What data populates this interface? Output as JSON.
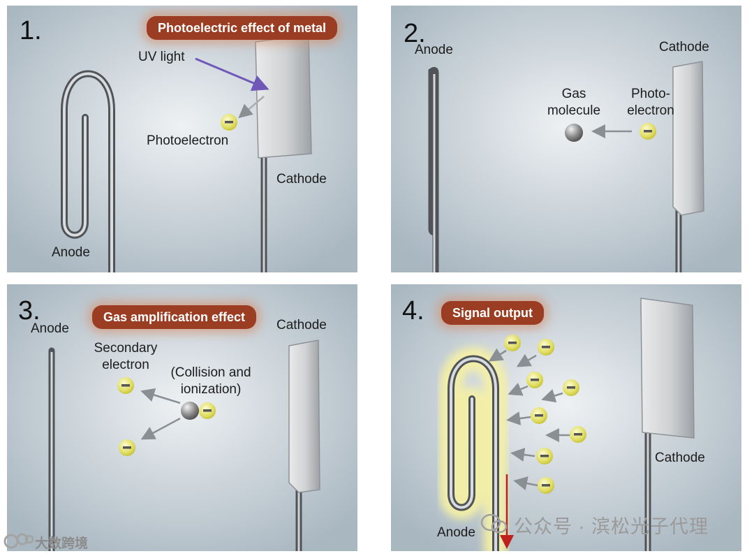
{
  "panels": [
    {
      "number": "1.",
      "banner": "Photoelectric effect of metal",
      "labels": {
        "uv": "UV light",
        "photoelectron": "Photoelectron",
        "cathode": "Cathode",
        "anode": "Anode"
      }
    },
    {
      "number": "2.",
      "labels": {
        "anode": "Anode",
        "cathode": "Cathode",
        "gas_line1": "Gas",
        "gas_line2": "molecule",
        "photo_line1": "Photo-",
        "photo_line2": "electron"
      }
    },
    {
      "number": "3.",
      "banner": "Gas amplification effect",
      "labels": {
        "anode": "Anode",
        "cathode": "Cathode",
        "secondary_line1": "Secondary",
        "secondary_line2": "electron",
        "collision_line1": "(Collision and",
        "collision_line2": "ionization)"
      }
    },
    {
      "number": "4.",
      "banner": "Signal output",
      "labels": {
        "anode": "Anode",
        "cathode": "Cathode"
      }
    }
  ],
  "watermark": {
    "right": "公众号 · 滨松光子代理",
    "left": "大数跨境"
  },
  "colors": {
    "banner": "#9b3d22",
    "uv_arrow": "#6f58b8",
    "electron": "#e3e070",
    "signal_arrow": "#c0201a",
    "arrow": "#8a8f93"
  }
}
